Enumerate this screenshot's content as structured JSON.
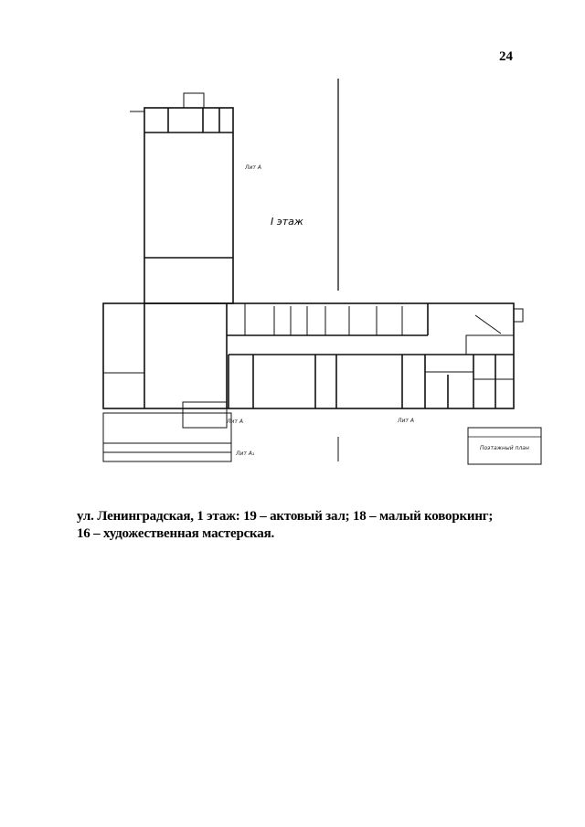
{
  "page": {
    "number": "24",
    "floor_label": "I этаж",
    "caption_line1": "ул. Ленинградская, 1 этаж: 19 – актовый зал; 18 – малый коворкинг;",
    "caption_line2": "16 – художественная мастерская."
  },
  "plan_lettering": [
    "Лит А",
    "Лит А1",
    "I этаж"
  ]
}
